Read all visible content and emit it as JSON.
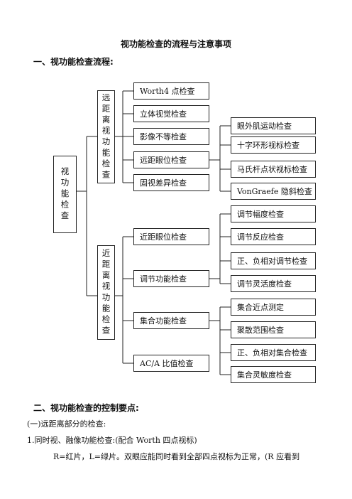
{
  "doc_title": "视功能检查的流程与注意事项",
  "section1_heading": "一、视功能检查流程:",
  "root": "视功能检查",
  "far": {
    "label": "远距离视功能检查",
    "items": [
      "Worth4 点检查",
      "立体视觉检查",
      "影像不等检查",
      "远距眼位检查",
      "固视差异检查"
    ],
    "sub": [
      "眼外肌运动检查",
      "十字环形视标检查",
      "马氏杆点状视标检查",
      "VonGraefe 隐斜检查"
    ]
  },
  "near": {
    "label": "近距离视功能检查",
    "items": [
      "近距眼位检查",
      "调节功能检查",
      "集合功能检查",
      "AC/A 比值检查"
    ],
    "sub": [
      "调节幅度检查",
      "调节反应检查",
      "正、负相对调节检查",
      "调节灵活度检查",
      "集合近点测定",
      "聚散范围检查",
      "正、负相对集合检查",
      "集合灵敏度检查"
    ]
  },
  "section2_heading": "二、视功能检查的控制要点:",
  "sub_heading": "(一)远距离部分的检查:",
  "item1": "1.同时视、融像功能检查:(配合 Worth 四点视标)",
  "item1_text": "R=红片，L=绿片。双眼应能同时看到全部四点视标为正常，(R 应看到"
}
